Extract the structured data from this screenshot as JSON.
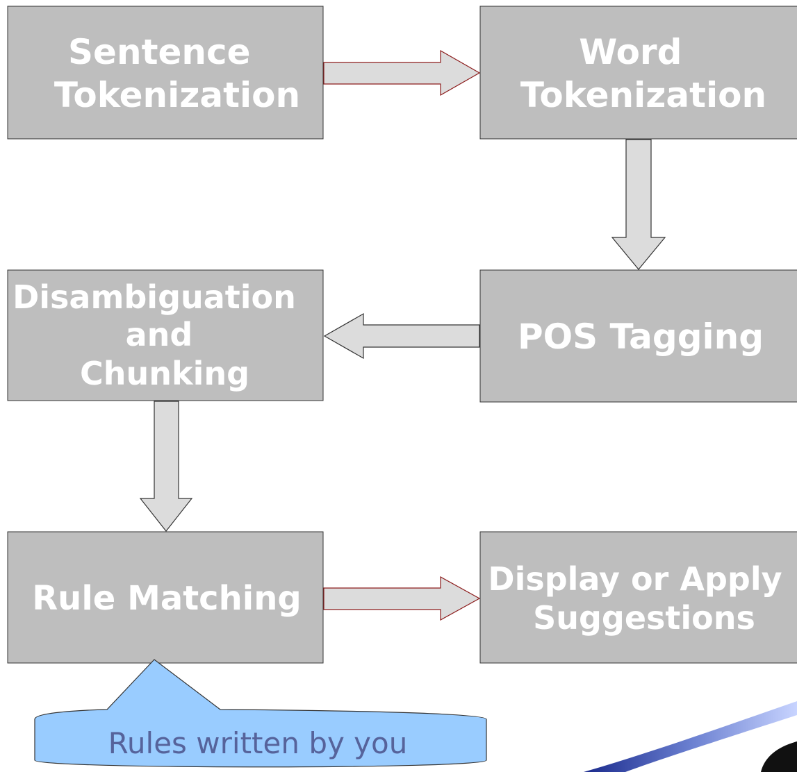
{
  "diagram": {
    "boxes": {
      "sentence_tokenization": [
        "Sentence",
        "Tokenization"
      ],
      "word_tokenization": [
        "Word",
        "Tokenization"
      ],
      "pos_tagging": [
        "POS Tagging"
      ],
      "disambiguation_chunking": [
        "Disambiguation",
        "and",
        "Chunking"
      ],
      "rule_matching": [
        "Rule Matching"
      ],
      "display_apply_suggestions": [
        "Display or Apply",
        "Suggestions"
      ]
    },
    "callout": {
      "text": "Rules written by you"
    }
  },
  "colors": {
    "box_fill": "#bebebe",
    "box_text": "#ffffff",
    "arrow_fill": "#dcdcdc",
    "arrow_stroke_red": "#8b1a1a",
    "callout_fill": "#99ccff",
    "callout_text": "#56639b"
  }
}
